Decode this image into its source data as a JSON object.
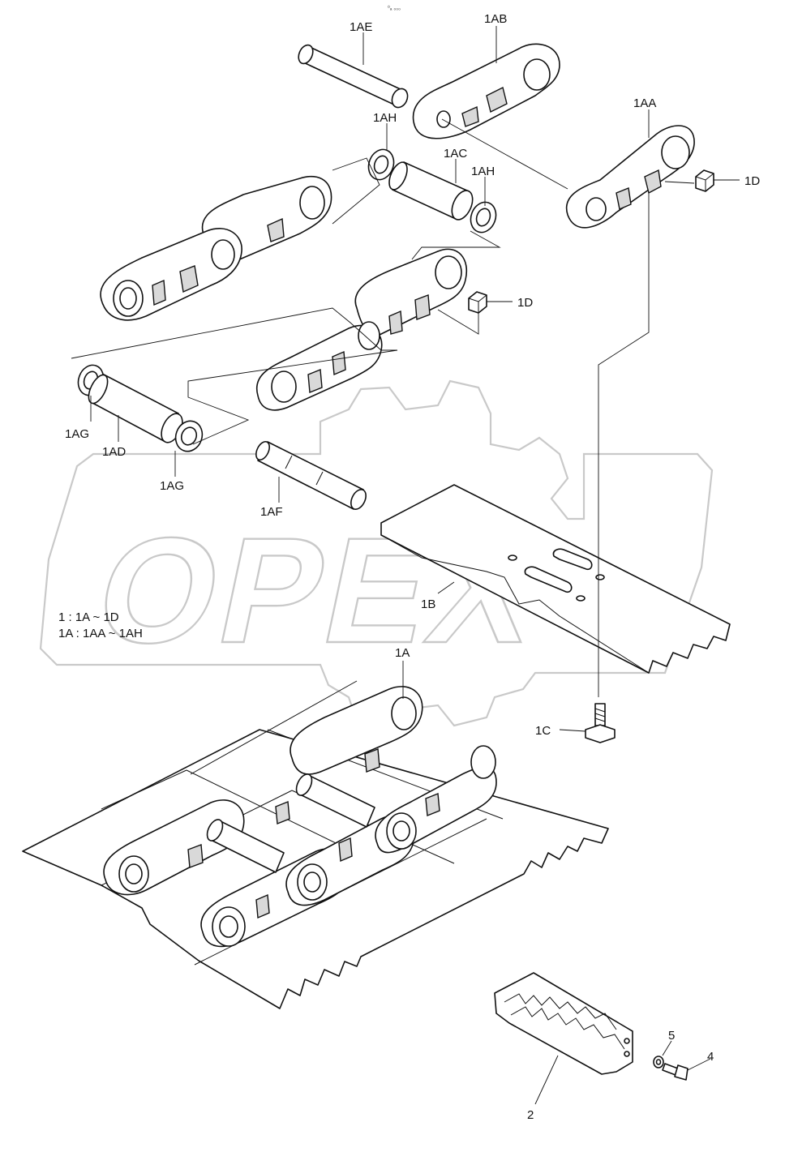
{
  "figure": {
    "top_mark": "⁰ₐ ₀₀₀",
    "watermark": "OPEX",
    "colors": {
      "ink": "#111111",
      "watermark": "#c9c9c9",
      "paper": "#ffffff"
    },
    "callouts": {
      "1AE": "1AE",
      "1AB": "1AB",
      "1AA": "1AA",
      "1AH_top": "1AH",
      "1AC": "1AC",
      "1AH_right": "1AH",
      "1D_top": "1D",
      "1D_mid": "1D",
      "1AG_left": "1AG",
      "1AD": "1AD",
      "1AG_bottom": "1AG",
      "1AF": "1AF",
      "1B": "1B",
      "1A": "1A",
      "1C": "1C",
      "5": "5",
      "4": "4",
      "2": "2"
    },
    "notes": [
      "1 : 1A ~ 1D",
      "1A : 1AA ~ 1AH"
    ]
  }
}
